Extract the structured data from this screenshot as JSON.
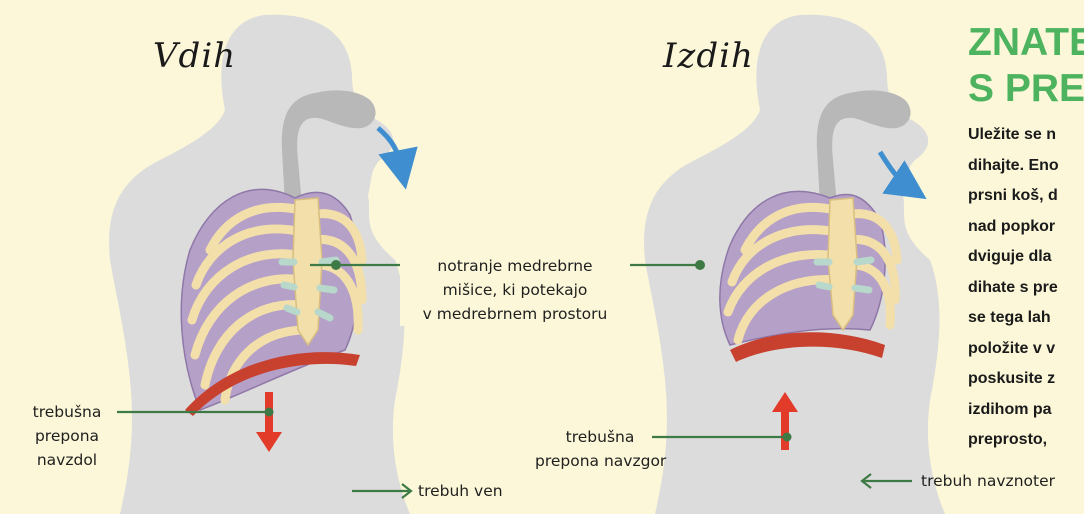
{
  "panels": {
    "inhale_title": "Vdih",
    "exhale_title": "Izdih"
  },
  "labels": {
    "intercostal": [
      "notranje medrebrne",
      "mišice, ki potekajo",
      "v medrebrnem prostoru"
    ],
    "diaphragm_down": [
      "trebušna",
      "prepona",
      "navzdol"
    ],
    "diaphragm_up": [
      "trebušna",
      "prepona navzgor"
    ],
    "belly_out": "trebuh ven",
    "belly_in": "trebuh navznoter"
  },
  "sidebar": {
    "title_lines": [
      "ZNATE",
      "S PREI"
    ],
    "text_lines": [
      "Uležite se n",
      "dihajte. Eno",
      "prsni koš, d",
      "nad popkor",
      "dviguje dla",
      "dihate s pre",
      "se tega lah",
      "položite v v",
      "poskusite z",
      "izdihom pa",
      "preprosto, "
    ]
  },
  "colors": {
    "background": "#fbf7d8",
    "body_silhouette": "#dcdcdc",
    "lungs": "#b5a0c8",
    "ribs": "#f3dfaa",
    "diaphragm": "#c8412f",
    "red_arrow": "#e23b2a",
    "blue_arrow": "#3f8fd0",
    "leader_line": "#3e7a45",
    "title_green": "#4db35e"
  }
}
